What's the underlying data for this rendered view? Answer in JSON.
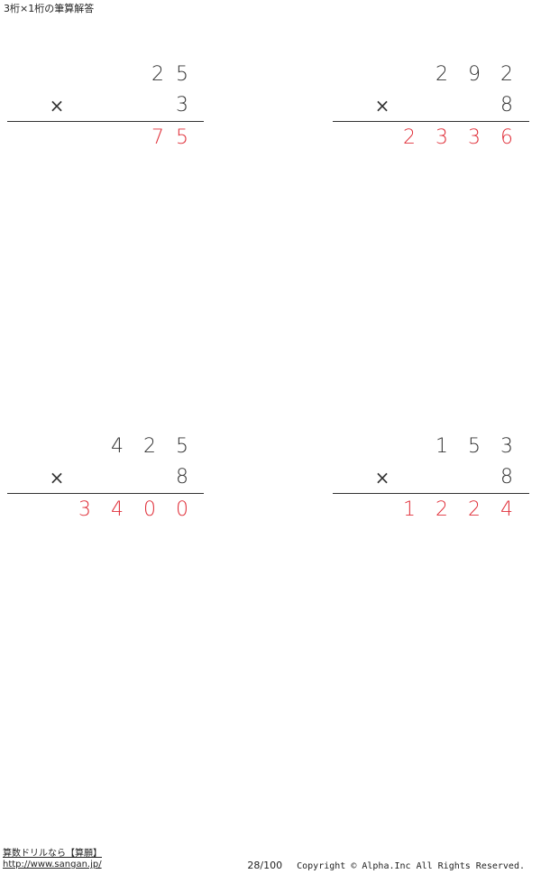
{
  "title": "3桁×1桁の筆算解答",
  "operator_symbol": "×",
  "problems": [
    {
      "top": [
        "",
        "2",
        "5"
      ],
      "bottom": "3",
      "answer": [
        "",
        "7",
        "5"
      ]
    },
    {
      "top": [
        "2",
        "9",
        "2"
      ],
      "bottom": "8",
      "answer": [
        "2",
        "3",
        "3",
        "6"
      ]
    },
    {
      "top": [
        "4",
        "2",
        "5"
      ],
      "bottom": "8",
      "answer": [
        "3",
        "4",
        "0",
        "0"
      ]
    },
    {
      "top": [
        "1",
        "5",
        "3"
      ],
      "bottom": "8",
      "answer": [
        "1",
        "2",
        "2",
        "4"
      ]
    }
  ],
  "footer": {
    "site_name": "算数ドリルなら【算願】",
    "url": "http://www.sangan.jp/",
    "page": "28/100",
    "copyright": "Copyright © Alpha.Inc All Rights Reserved."
  },
  "colors": {
    "answer": "#e0303a",
    "text": "#333333"
  }
}
